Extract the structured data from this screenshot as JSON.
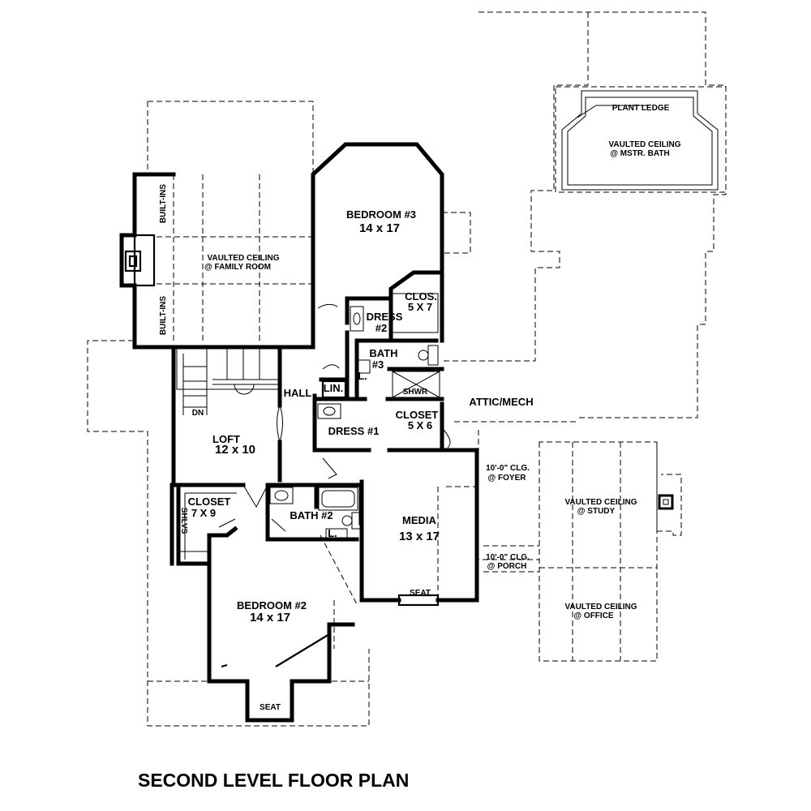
{
  "plan_title": "SECOND LEVEL FLOOR PLAN",
  "rooms": {
    "bedroom3": {
      "name": "BEDROOM #3",
      "size": "14 x 17"
    },
    "bedroom2": {
      "name": "BEDROOM #2",
      "size": "14 x 17"
    },
    "loft": {
      "name": "LOFT",
      "size": "12 x 10"
    },
    "media": {
      "name": "MEDIA",
      "size": "13 x 17"
    },
    "closet_loft": {
      "name": "CLOSET",
      "size": "7 X 9"
    },
    "closet_b3": {
      "name": "CLOS.",
      "size": "5 X 7"
    },
    "closet_hall": {
      "name": "CLOSET",
      "size": "5 X 6"
    },
    "dress2": {
      "name": "DRESS",
      "number": "#2"
    },
    "dress1": {
      "name": "DRESS #1"
    },
    "bath3": {
      "name": "BATH",
      "number": "#3"
    },
    "bath2": {
      "name": "BATH #2"
    }
  },
  "labels": {
    "hall": "HALL",
    "lin": "LIN.",
    "l_bath3": "L.",
    "l_bath2": "L.",
    "shwr": "SHWR",
    "attic": "ATTIC/MECH",
    "dn": "DN",
    "shlvs": "SHLVS",
    "seat_media": "SEAT",
    "seat_bed2": "SEAT",
    "builtins_top": "BUILT-INS",
    "builtins_bottom": "BUILT-INS",
    "plant_ledge": "PLANT LEDGE",
    "vc_family_1": "VAULTED CEILING",
    "vc_family_2": "@ FAMILY ROOM",
    "vc_bath_1": "VAULTED CEILING",
    "vc_bath_2": "@ MSTR. BATH",
    "vc_study_1": "VAULTED CEILING",
    "vc_study_2": "@ STUDY",
    "vc_office_1": "VAULTED CEILING",
    "vc_office_2": "@ OFFICE",
    "clg_foyer_1": "10'-0\" CLG.",
    "clg_foyer_2": "@ FOYER",
    "clg_porch_1": "10'-0\" CLG.",
    "clg_porch_2": "@ PORCH"
  },
  "colors": {
    "ink": "#000000",
    "paper": "#ffffff"
  }
}
